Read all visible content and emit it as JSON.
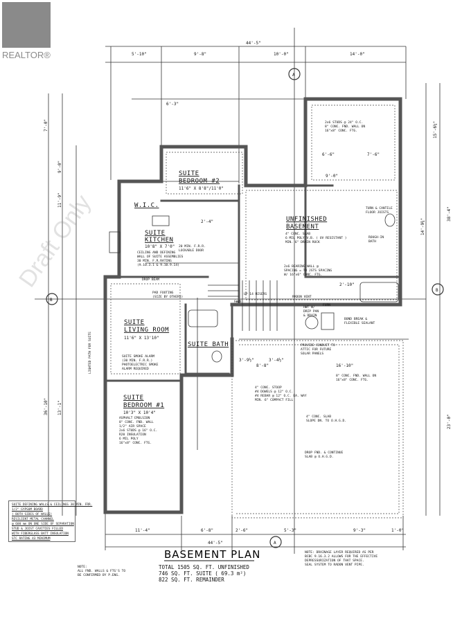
{
  "logo": {
    "text": "REALTOR®",
    "color": "#8a8a8a"
  },
  "watermark": "Draft Only",
  "title": "BASEMENT PLAN",
  "areas": [
    "TOTAL 1505 SQ. FT. UNFINISHED",
    "746 SQ. FT. SUITE ( 69.3 m²)",
    "822 SQ. FT. REMAINDER"
  ],
  "note_left": [
    "NOTE:",
    "ALL FND. WALLS & FTG'S TO",
    "BE CONFIRMED BY P.ENG."
  ],
  "note_right": [
    "NOTE: DRAINAGE LAYER REQUIRED AS PER",
    "BCBC 9.16.3.2 ALLOWS FOR THE EFFECTIVE",
    "DEPRESSURIZATION OF THAT SPACE.",
    "SEAL SYSTEM TO RADON VENT PIPE."
  ],
  "separation_note": [
    "SUITE DEFINING WALLS & CEILINGS 30 MIN. FRR.",
    "1/2\" GYPSUM BOARD",
    "( BOTH SIDES OF WALLS)",
    "RESILIENT METAL CHANNEL",
    "@ 600 mm ON ONE SIDE OF SEPARATION",
    "STUD & JOIST CAVITIES FILLED",
    "WITH FIBERGLASS BATT INSULATION",
    "STC RATING 43 MINIMUM"
  ],
  "rooms": {
    "bedroom2": {
      "name1": "SUITE",
      "name2": "BEDROOM #2",
      "size": "11'6\" X 8'8\"/11'0\""
    },
    "wic": {
      "name": "W.I.C."
    },
    "kitchen": {
      "name1": "SUITE",
      "name2": "KITCHEN",
      "size": "10'8\" X 7'0\""
    },
    "living": {
      "name1": "SUITE",
      "name2": "LIVING ROOM",
      "size": "11'6\" X 13'10\""
    },
    "bath": {
      "name": "SUITE BATH"
    },
    "bedroom1": {
      "name1": "SUITE",
      "name2": "BEDROOM #1",
      "size": "10'3\" X 10'4\""
    },
    "unfinished": {
      "name1": "UNFINISHED",
      "name2": "BASEMENT"
    },
    "rough_bath": {
      "name1": "ROUGH-IN",
      "name2": "BATH"
    }
  },
  "annotations": {
    "kitchen_ceiling": [
      "CEILING AND DEFINING",
      "WALL OF SUITE ASSEMBLIES",
      "30 MIN. F.R.RATING",
      "(9.10.3.1 & 9.10.9.14)"
    ],
    "door": [
      "20 MIN. F.R.R.",
      "LOCKABLE DOOR"
    ],
    "smoke": [
      "SUITE SMOKE ALARM",
      "(30 MIN. F.R.R.)",
      "PHOTOELECTRIC SMOKE",
      "ALARM REQUIRED"
    ],
    "pad": [
      "PAD FOOTING",
      "(SIZE BY OTHERS)"
    ],
    "drop_beam": "DROP BEAM",
    "slab": [
      "4\" CONC. SLAB",
      "6 MIL POLY V.B. ( UV RESISTANT )",
      "MIN. 6\" DRAIN ROCK"
    ],
    "bearing": [
      "2x6 BEARING WALL @",
      "SPACING = TO JSTS SPACING",
      "W/ 16\"x6\" CONC. FTG."
    ],
    "studs": [
      "2x6 STUDS @ 24\" O.C.",
      "8\" CONC. FND. WALL ON",
      "16\"x8\" CONC. FTG."
    ],
    "joists": [
      "TURN & CANTILE",
      "FLOOR JOISTS"
    ],
    "radon": "RADON VENT",
    "hwt": [
      "HWT W/",
      "DRIP PAN",
      "& DRAIN"
    ],
    "furn": "FURN",
    "bond": [
      "BOND BREAK &",
      "FLEXIBLE SEALANT"
    ],
    "conduit": [
      "PROVIDE CONDUIT TO",
      "ATTIC FOR FUTURE",
      "SOLAR PANELS"
    ],
    "fnd_wall": [
      "8\" CONC. FND. WALL ON",
      "16\"x8\" CONC. FTG."
    ],
    "stoop": [
      "4\" CONC. STOOP",
      "#4 DOWELS @ 12\" O.C.",
      "#4 REBAR @ 12\" O.C. EA. WAY",
      "MIN. 6\" COMPACT FILL"
    ],
    "garage_slab": [
      "4\" CONC. SLAB",
      "SLOPE DN. TO O.H.G.D."
    ],
    "drop_fnd": [
      "DROP FND. & CONTINUE",
      "SLAB @ O.H.G.D."
    ],
    "bed1_wall": [
      "ASPHALT EMULSION",
      "8\" CONC. FND. WALL",
      "1/2\" AIR SPACE",
      "2x6 STUDS @ 16\" O.C.",
      "R20 INSULATION",
      "6 MIL POLY",
      "16\"x8\" CONC. FTG."
    ],
    "lights": "LIGHTED PATH FOR SUITE",
    "face": "FACE",
    "up": "UP 14 RISERS"
  },
  "dimensions": {
    "top": [
      "5'-10\"",
      "9'-8\"",
      "10'-0\"",
      "14'-0\""
    ],
    "overall": "44'-5\"",
    "bottom": [
      "11'-4\"",
      "6'-8\"",
      "2'-6\"",
      "5'-3\"",
      "9'-3\"",
      "1'-0\""
    ],
    "right": [
      "15'-6¼\"",
      "14'-9¾\"",
      "38'-4\"",
      "23'-0\""
    ],
    "left": [
      "7'-0\"",
      "9'-0\"",
      "11'-9\"",
      "13'-1\"",
      "36'-10\""
    ],
    "interior": [
      "6'-3\"",
      "2'-4\"",
      "3'-9½\"",
      "3'-4½\"",
      "8'-8\"",
      "16'-10\"",
      "6'-6\"",
      "7'-6\"",
      "9'-0\"",
      "2'-10\""
    ]
  },
  "section_markers": {
    "a": "A",
    "b": "B"
  }
}
